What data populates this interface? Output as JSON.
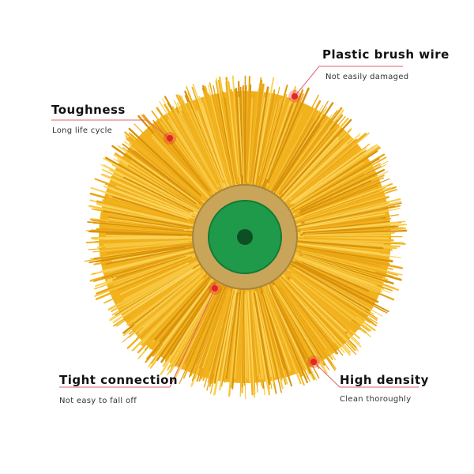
{
  "callouts": [
    {
      "title": "Plastic brush wire",
      "subtitle": "Not easily damaged"
    },
    {
      "title": "Toughness",
      "subtitle": "Long life cycle"
    },
    {
      "title": "Tight connection",
      "subtitle": "Not easy to fall off"
    },
    {
      "title": "High density",
      "subtitle": "Clean thoroughly"
    }
  ],
  "colors": {
    "bristle": "#f2b21e",
    "bristle_dark": "#d8920c",
    "hub_brass": "#c9a55a",
    "hub_green": "#1f9a4a",
    "accent_line": "#e06070",
    "dot": "#e3232e"
  }
}
